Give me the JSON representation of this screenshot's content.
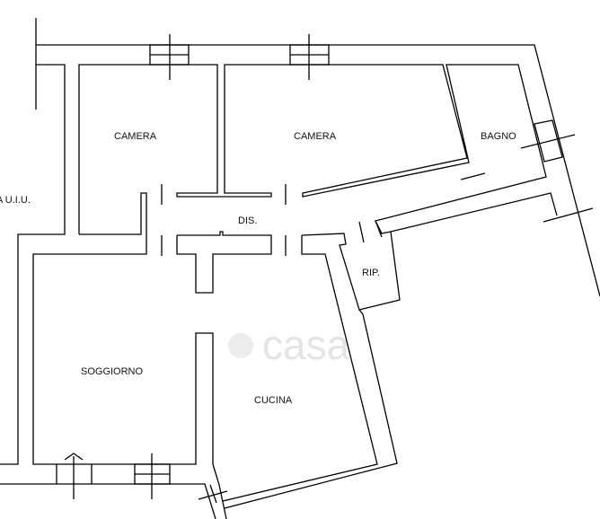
{
  "rooms": {
    "camera_left": "CAMERA",
    "camera_right": "CAMERA",
    "bagno": "BAGNO",
    "adjacent_unit": "A U.I.U.",
    "disimpegno": "DIS.",
    "ripostiglio": "RIP.",
    "soggiorno": "SOGGIORNO",
    "cucina": "CUCINA"
  },
  "watermark": "casa"
}
